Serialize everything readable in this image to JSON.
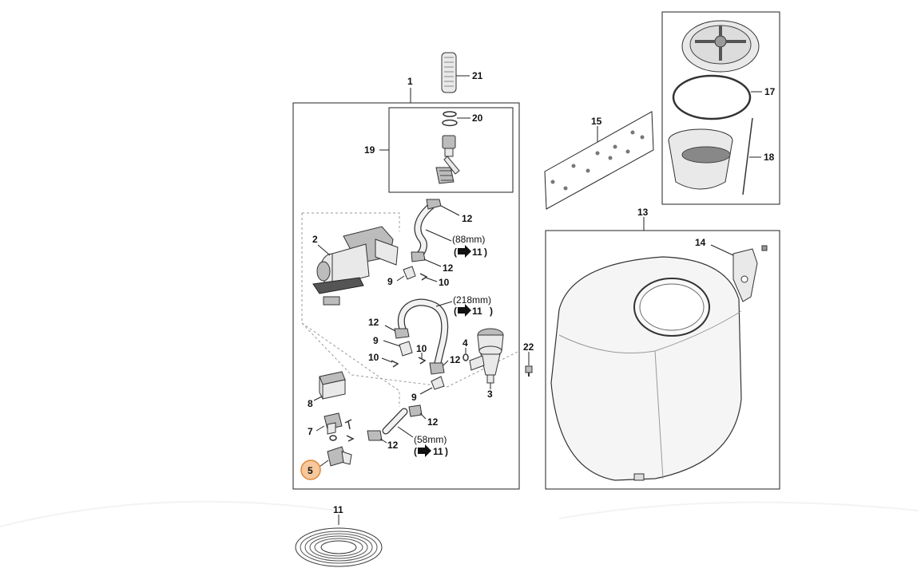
{
  "callouts": {
    "c1": "1",
    "c2": "2",
    "c3": "3",
    "c4": "4",
    "c5": "5",
    "c7": "7",
    "c8": "8",
    "c9a": "9",
    "c9b": "9",
    "c9c": "9",
    "c10a": "10",
    "c10b": "10",
    "c10c": "10",
    "c11": "11",
    "c12a": "12",
    "c12b": "12",
    "c12c": "12",
    "c12d": "12",
    "c12e": "12",
    "c12f": "12",
    "c13": "13",
    "c14": "14",
    "c15": "15",
    "c17": "17",
    "c18": "18",
    "c19": "19",
    "c20": "20",
    "c21": "21",
    "c22": "22"
  },
  "hose_notes": {
    "h88": {
      "length": "(88mm)",
      "open": "(",
      "ref": "11",
      "close": ")"
    },
    "h218": {
      "length": "(218mm)",
      "open": "(",
      "ref": "11",
      "close": ")"
    },
    "h58": {
      "length": "(58mm)",
      "open": "(",
      "ref": "11",
      "close": ")"
    }
  },
  "colors": {
    "highlight_fill": "#f6c89c",
    "highlight_stroke": "#e0883a",
    "line": "#222222"
  },
  "highlighted_part": "5"
}
